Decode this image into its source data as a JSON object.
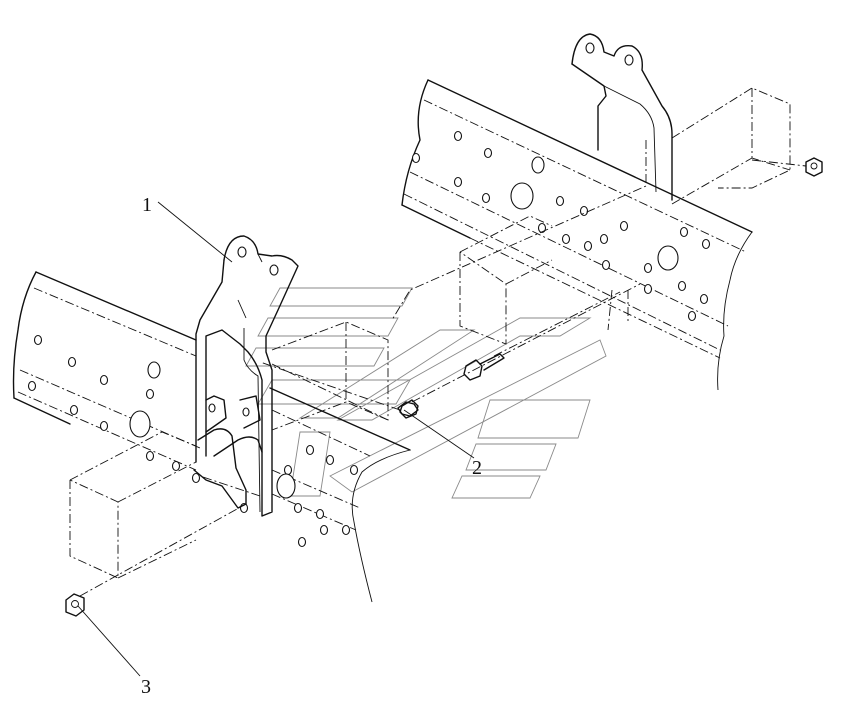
{
  "callouts": [
    {
      "id": "1",
      "label": "1"
    },
    {
      "id": "2",
      "label": "2"
    },
    {
      "id": "3",
      "label": "3"
    }
  ],
  "colors": {
    "line": "#111111",
    "watermark": "#8a8a8a",
    "background": "#ffffff"
  }
}
